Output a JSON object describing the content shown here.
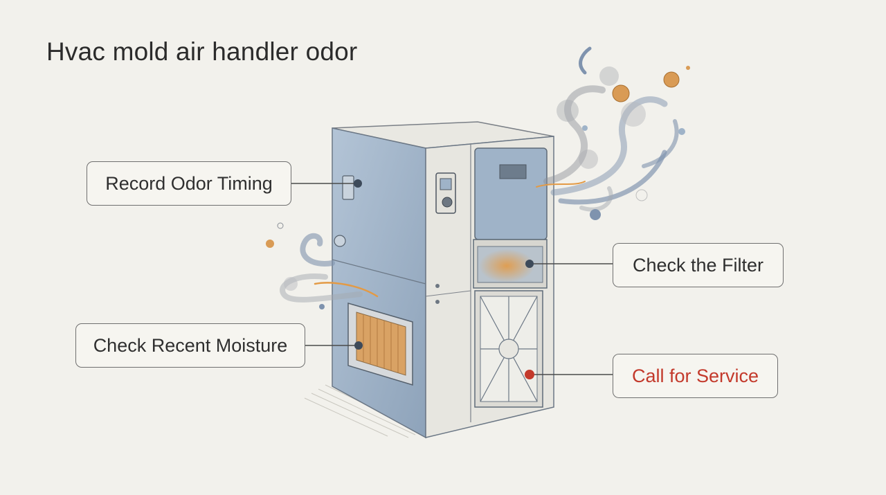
{
  "title": "Hvac mold air handler odor",
  "colors": {
    "background": "#f2f1ec",
    "cabinet_panel": "#9fb3c8",
    "accent_orange": "#d98f3a",
    "alert_red": "#c3392b",
    "leader_line": "#4a4a4a"
  },
  "callouts": {
    "record_odor_timing": "Record Odor Timing",
    "check_recent_moisture": "Check Recent Moisture",
    "check_the_filter": "Check the Filter",
    "call_for_service": "Call for Service"
  }
}
